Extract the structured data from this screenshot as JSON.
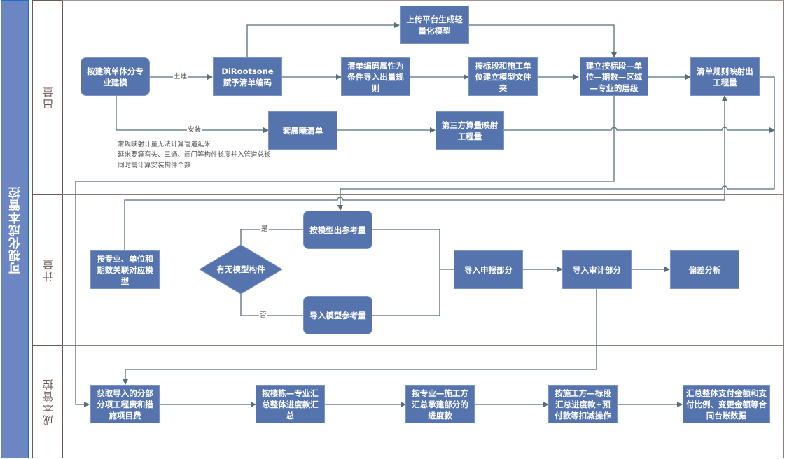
{
  "diagram": {
    "title": "可视化成本管控",
    "lanes": [
      {
        "id": "output",
        "label": "出量"
      },
      {
        "id": "metering",
        "label": "计量"
      },
      {
        "id": "cost",
        "label": "成本管控"
      }
    ],
    "nodes": {
      "model_by_discipline": "按建筑单体分专业建模",
      "dirootsone_code": "DiRootsone\n赋予清单编码",
      "upload_lightweight": "上传平台生成轻量化模型",
      "import_rules": "清单编码属性为条件导入出量规则",
      "model_folders": "按标段和施工单位建立模型文件夹",
      "hierarchy": "建立按标段—单位—期数—区域—专业的层级",
      "map_quantities": "清单规则映射出工程量",
      "apply_list": "套晨曦清单",
      "third_party": "第三方算量映射工程量",
      "associate_model": "按专业、单位和期数关联对应模型",
      "has_components": "有无模型构件",
      "model_reference": "按模型出参考量",
      "import_reference": "导入模型参考量",
      "import_declared": "导入申报部分",
      "import_audit": "导入审计部分",
      "deviation": "偏差分析",
      "get_fees": "获取导入的分部分项工程费和措施项目费",
      "summary_building": "按楼栋—专业汇总整体进度款汇总",
      "summary_contractor": "按专业—施工方汇总承建部分的进度款",
      "summary_section": "按施工方—标段汇总进度款+预付款等扣减操作",
      "summary_payment": "汇总整体支付金额和支付比例、变更金额等合同台账数据"
    },
    "edge_labels": {
      "civil": "土建",
      "install": "安装",
      "yes": "是",
      "no": "否"
    },
    "note_lines": [
      "常规映射计量无法计算管道延米",
      "延米要算弯头、三通、阀门等构件长度并入管道总长",
      "同时需计算安装构件个数"
    ]
  }
}
